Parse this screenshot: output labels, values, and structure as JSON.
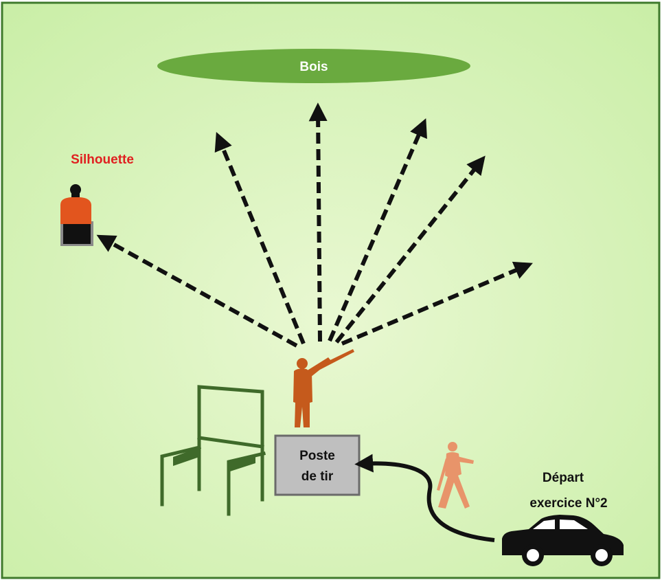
{
  "labels": {
    "woods": "Bois",
    "target": "Silhouette",
    "post_line1": "Poste",
    "post_line2": "de tir",
    "start_line1": "Départ",
    "start_line2": "exercice N°2"
  },
  "colors": {
    "frame": "#3f7a2c",
    "woods_fill": "#6aaa3f",
    "target_label": "#e02020",
    "hunter": "#c55a1c",
    "walker": "#e8946a",
    "post_fill": "#bfbfbf",
    "post_border": "#6a6a6a",
    "stand": "#3f6a2a",
    "arrow": "#111111"
  },
  "icons": [
    "target-silhouette-icon",
    "hunter-aiming-icon",
    "walking-hunter-icon",
    "car-icon",
    "shooting-stand-icon"
  ]
}
